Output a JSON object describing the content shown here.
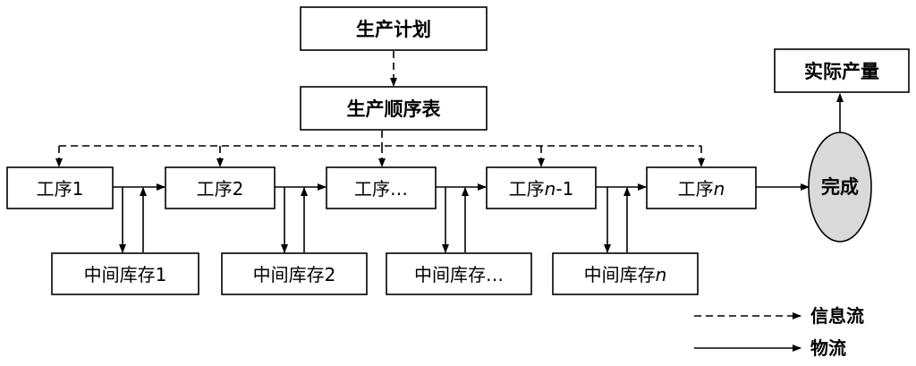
{
  "nodes": {
    "plan": "生产计划",
    "schedule": "生产顺序表",
    "actual_output": "实际产量",
    "complete": "完成"
  },
  "processes": [
    {
      "base": "工序",
      "suffix": "1",
      "italic": false
    },
    {
      "base": "工序",
      "suffix": "2",
      "italic": false
    },
    {
      "base": "工序",
      "suffix": "…",
      "italic": false
    },
    {
      "base": "工序",
      "suffix": "n",
      "italic": true,
      "tail": "-1"
    },
    {
      "base": "工序",
      "suffix": "n",
      "italic": true,
      "tail": ""
    }
  ],
  "inventories": [
    {
      "base": "中间库存",
      "suffix": "1",
      "italic": false
    },
    {
      "base": "中间库存",
      "suffix": "2",
      "italic": false
    },
    {
      "base": "中间库存",
      "suffix": "…",
      "italic": false
    },
    {
      "base": "中间库存",
      "suffix": "n",
      "italic": true
    }
  ],
  "legend": {
    "info_flow": "信息流",
    "material_flow": "物流"
  }
}
